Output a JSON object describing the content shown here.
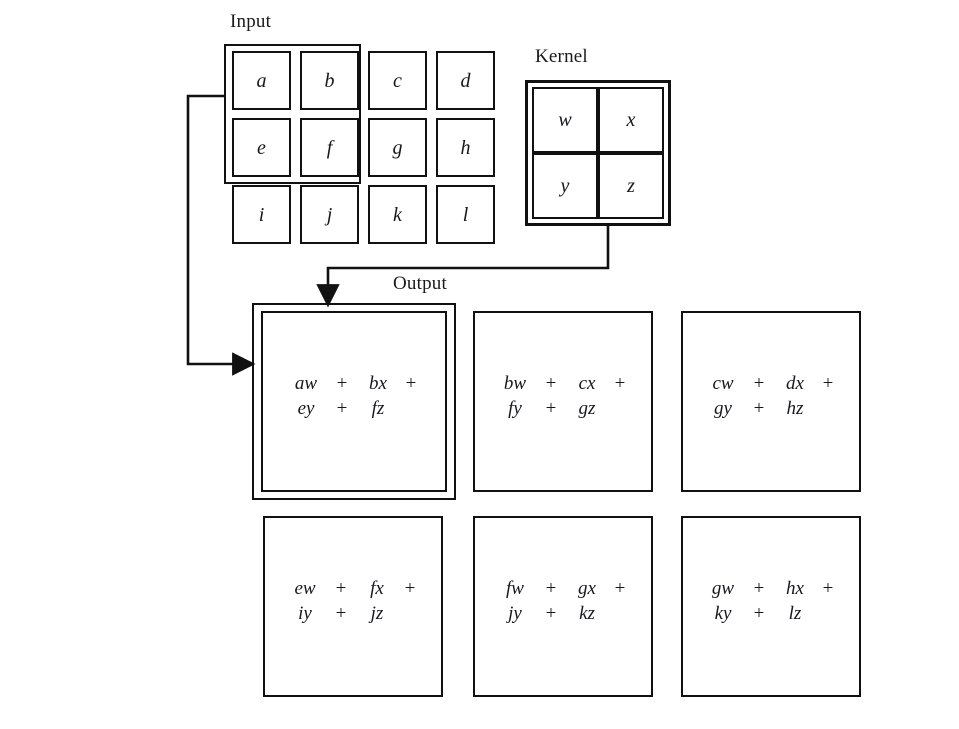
{
  "figure": {
    "title_input": "Input",
    "title_kernel": "Kernel",
    "title_output": "Output"
  },
  "input_grid": {
    "rows": 3,
    "cols": 4,
    "cells": [
      [
        "a",
        "b",
        "c",
        "d"
      ],
      [
        "e",
        "f",
        "g",
        "h"
      ],
      [
        "i",
        "j",
        "k",
        "l"
      ]
    ],
    "highlight": {
      "cells": [
        "a",
        "b",
        "e",
        "f"
      ],
      "rows": 2,
      "cols": 2
    }
  },
  "kernel_grid": {
    "rows": 2,
    "cols": 2,
    "cells": [
      [
        "w",
        "x"
      ],
      [
        "y",
        "z"
      ]
    ]
  },
  "output_grid": {
    "rows": 2,
    "cols": 3,
    "highlighted_index": 0,
    "cells": [
      {
        "terms": [
          "aw",
          "bx",
          "ey",
          "fz"
        ],
        "line1": {
          "t1": "aw",
          "op1": "+",
          "t2": "bx",
          "op2": "+"
        },
        "line2": {
          "t1": "ey",
          "op1": "+",
          "t2": "fz",
          "op2": ""
        }
      },
      {
        "terms": [
          "bw",
          "cx",
          "fy",
          "gz"
        ],
        "line1": {
          "t1": "bw",
          "op1": "+",
          "t2": "cx",
          "op2": "+"
        },
        "line2": {
          "t1": "fy",
          "op1": "+",
          "t2": "gz",
          "op2": ""
        }
      },
      {
        "terms": [
          "cw",
          "dx",
          "gy",
          "hz"
        ],
        "line1": {
          "t1": "cw",
          "op1": "+",
          "t2": "dx",
          "op2": "+"
        },
        "line2": {
          "t1": "gy",
          "op1": "+",
          "t2": "hz",
          "op2": ""
        }
      },
      {
        "terms": [
          "ew",
          "fx",
          "iy",
          "jz"
        ],
        "line1": {
          "t1": "ew",
          "op1": "+",
          "t2": "fx",
          "op2": "+"
        },
        "line2": {
          "t1": "iy",
          "op1": "+",
          "t2": "jz",
          "op2": ""
        }
      },
      {
        "terms": [
          "fw",
          "gx",
          "jy",
          "kz"
        ],
        "line1": {
          "t1": "fw",
          "op1": "+",
          "t2": "gx",
          "op2": "+"
        },
        "line2": {
          "t1": "jy",
          "op1": "+",
          "t2": "kz",
          "op2": ""
        }
      },
      {
        "terms": [
          "gw",
          "hx",
          "ky",
          "lz"
        ],
        "line1": {
          "t1": "gw",
          "op1": "+",
          "t2": "hx",
          "op2": "+"
        },
        "line2": {
          "t1": "ky",
          "op1": "+",
          "t2": "lz",
          "op2": ""
        }
      }
    ]
  },
  "connectors": [
    {
      "name": "input-to-output",
      "from": "input-highlight",
      "to": "output-cell-0"
    },
    {
      "name": "kernel-to-output",
      "from": "kernel",
      "to": "output-cell-0"
    }
  ],
  "colors": {
    "stroke": "#111111",
    "text": "#16181d",
    "background": "#ffffff"
  }
}
